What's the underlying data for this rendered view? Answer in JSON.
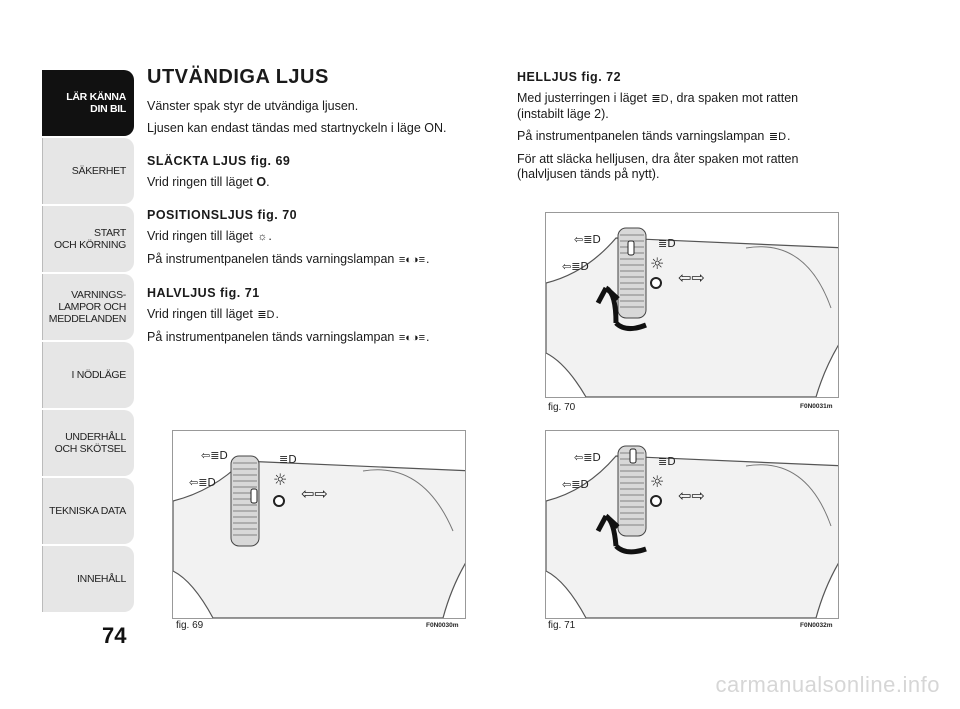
{
  "sidebar": {
    "tabs": [
      {
        "label": "LÄR KÄNNA\nDIN BIL"
      },
      {
        "label": "SÄKERHET"
      },
      {
        "label": "START\nOCH KÖRNING"
      },
      {
        "label": "VARNINGS-\nLAMPOR OCH\nMEDDELANDEN"
      },
      {
        "label": "I NÖDLÄGE"
      },
      {
        "label": "UNDERHÅLL\nOCH SKÖTSEL"
      },
      {
        "label": "TEKNISKA DATA"
      },
      {
        "label": "INNEHÅLL"
      }
    ],
    "page_number": "74"
  },
  "left": {
    "title": "UTVÄNDIGA LJUS",
    "intro1": "Vänster spak styr de utvändiga ljusen.",
    "intro2": "Ljusen kan endast tändas med startnyckeln i läge ON.",
    "s1_title": "SLÄCKTA LJUS fig. 69",
    "s1_t1": "Vrid ringen till läget ",
    "s1_sym": "O",
    "s2_title": "POSITIONSLJUS fig. 70",
    "s2_t1": "Vrid ringen till läget ",
    "s2_sym": "☼",
    "s2_t2": "På instrumentpanelen tänds varningslampan ",
    "s2_sym2": "≡◐◑≡",
    "s3_title": "HALVLJUS fig. 71",
    "s3_t1": "Vrid ringen till läget ",
    "s3_sym": "≣D",
    "s3_t2": "På instrumentpanelen tänds varningslampan ",
    "s3_sym2": "≡◐◑≡"
  },
  "right": {
    "s4_title": "HELLJUS fig. 72",
    "s4_t1a": "Med justerringen i läget ",
    "s4_sym": "≣D",
    "s4_t1b": ", dra spaken mot ratten (instabilt läge 2).",
    "s4_t2a": "På instrumentpanelen tänds varningslampan ",
    "s4_sym2": "≣D",
    "s4_t3": "För att släcka helljusen, dra åter spaken mot ratten (halvljusen tänds på nytt)."
  },
  "figures": {
    "fig69": {
      "caption": "fig. 69",
      "code": "F0N0030m"
    },
    "fig70": {
      "caption": "fig. 70",
      "code": "F0N0031m"
    },
    "fig71": {
      "caption": "fig. 71",
      "code": "F0N0032m"
    }
  },
  "watermark": "carmanualsonline.info"
}
